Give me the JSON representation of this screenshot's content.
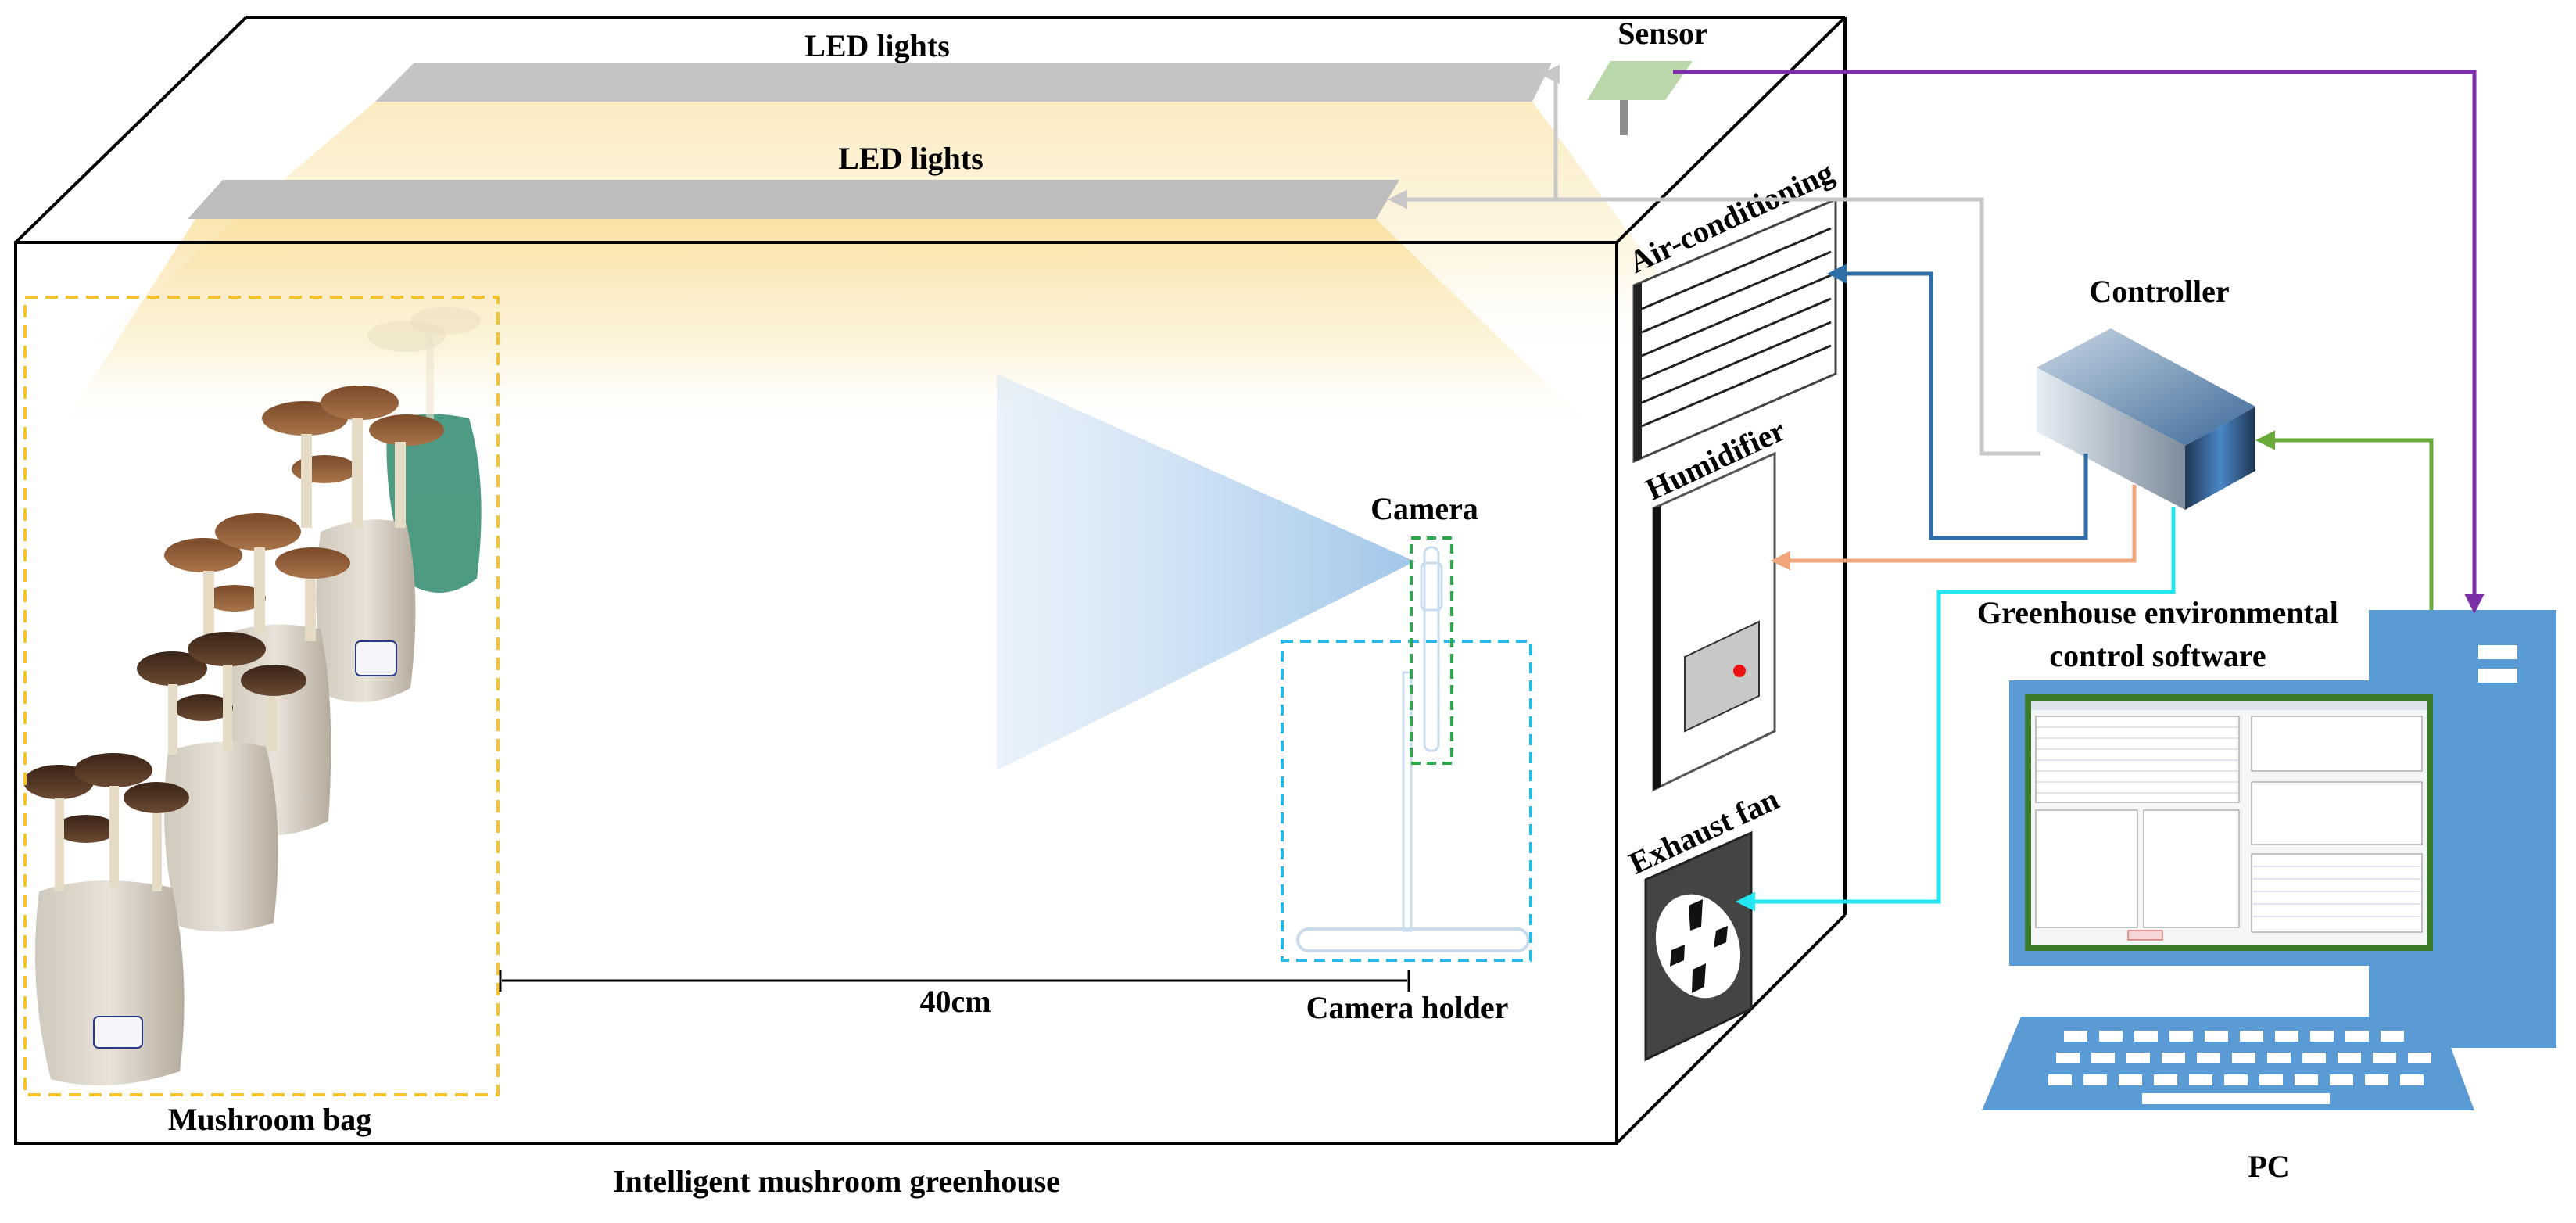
{
  "diagram": {
    "labels": {
      "led_top": "LED lights",
      "led_front": "LED lights",
      "sensor": "Sensor",
      "air_conditioning": "Air-conditioning",
      "humidifier": "Humidifier",
      "exhaust_fan": "Exhaust fan",
      "controller": "Controller",
      "camera": "Camera",
      "camera_holder": "Camera holder",
      "mushroom_bag": "Mushroom bag",
      "distance": "40cm",
      "greenhouse": "Intelligent mushroom greenhouse",
      "software_line1": "Greenhouse environmental",
      "software_line2": "control software",
      "pc": "PC"
    },
    "colors": {
      "sensor_link": "#7a2fa6",
      "aircon_link": "#2f6fa7",
      "humidifier_link": "#f0a57a",
      "fan_link": "#22e6f0",
      "controller_link": "#6aaa3a",
      "led_link": "#c8c8c8",
      "pc_blue": "#5b9bd5",
      "software_green": "#3a7a2a",
      "light_yellow": "#f7d98a",
      "bag_outline": "#f4c430",
      "holder_outline": "#2ab8e8",
      "camera_outline": "#2aa84a"
    }
  }
}
